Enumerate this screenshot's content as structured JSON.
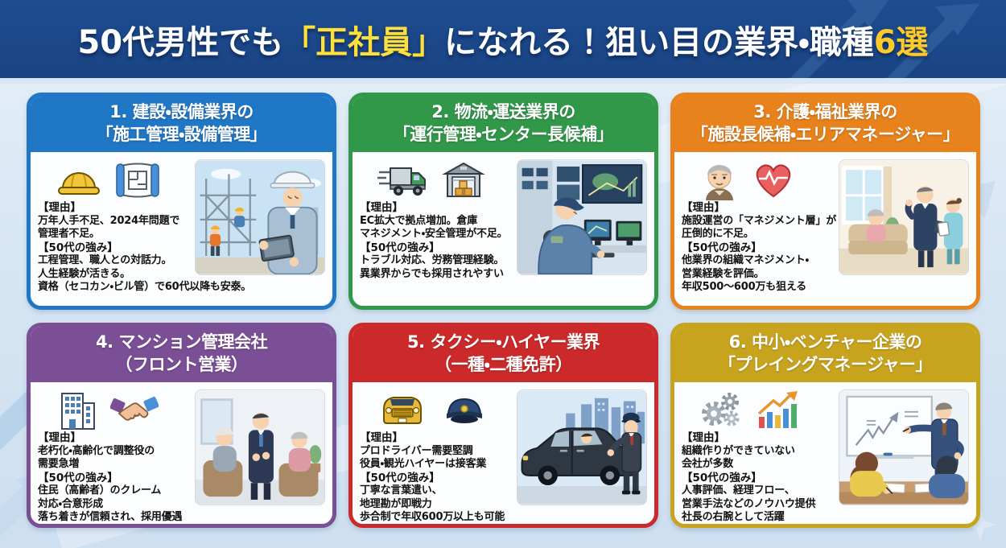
{
  "banner": {
    "title_prefix": "50代男性でも",
    "title_highlight": "「正社員」",
    "title_middle": "になれる！狙い目の業界・職種",
    "title_count": "6選"
  },
  "colors": {
    "banner_bg": "#1a4484",
    "highlight_yellow": "#ffe03a",
    "count_yellow": "#ffc929",
    "page_bg": "#d7e6f4",
    "card_accents": [
      "#2077c5",
      "#31984a",
      "#e8821c",
      "#7b4f96",
      "#cc2a2a",
      "#c8a41e"
    ]
  },
  "cards": [
    {
      "accent": "#2077c5",
      "title_line1": "1. 建設・設備業界の",
      "title_line2": "「施工管理・設備管理」",
      "icons": [
        "hard-hat-icon",
        "blueprint-icon"
      ],
      "reason_label": "【理由】",
      "reason_text": "万年人手不足、2024年問題で\n管理者不足。",
      "strength_label": "【50代の強み】",
      "strength_text": "工程管理、職人との対話力。\n人生経験が活きる。\n資格（セコカン・ビル管）で60代以降も安泰。",
      "illustration": "construction-site"
    },
    {
      "accent": "#31984a",
      "title_line1": "2. 物流・運送業界の",
      "title_line2": "「運行管理・センター長候補」",
      "icons": [
        "delivery-truck-icon",
        "warehouse-icon"
      ],
      "reason_label": "【理由】",
      "reason_text": "EC拡大で拠点増加。倉庫\nマネジメント・安全管理が不足。",
      "strength_label": "【50代の強み】",
      "strength_text": "トラブル対応、労務管理経験。\n異業界からでも採用されやすい",
      "illustration": "logistics-control-room"
    },
    {
      "accent": "#e8821c",
      "title_line1": "3. 介護・福祉業界の",
      "title_line2": "「施設長候補・エリアマネージャー」",
      "icons": [
        "elderly-man-icon",
        "heart-pulse-icon"
      ],
      "reason_label": "【理由】",
      "reason_text": "施設運営の「マネジメント層」が\n圧倒的に不足。",
      "strength_label": "【50代の強み】",
      "strength_text": "他業界の組織マネジメント・\n営業経験を評価。\n年収500〜600万も狙える",
      "illustration": "care-facility"
    },
    {
      "accent": "#7b4f96",
      "title_line1": "4. マンション管理会社",
      "title_line2": "（フロント営業）",
      "icons": [
        "building-icon",
        "handshake-icon"
      ],
      "reason_label": "【理由】",
      "reason_text": "老朽化・高齢化で調整役の\n需要急増",
      "strength_label": "【50代の強み】",
      "strength_text": "住民（高齢者）のクレーム\n対応・合意形成\n落ち着きが信頼され、採用優遇",
      "illustration": "residents-meeting"
    },
    {
      "accent": "#cc2a2a",
      "title_line1": "5. タクシー・ハイヤー業界",
      "title_line2": "（一種・二種免許）",
      "icons": [
        "taxi-icon",
        "driver-cap-icon"
      ],
      "reason_label": "【理由】",
      "reason_text": "プロドライバー需要堅調\n役員・観光ハイヤーは接客業",
      "strength_label": "【50代の強み】",
      "strength_text": "丁寧な言葉遣い、\n地理勘が即戦力\n歩合制で年収600万以上も可能",
      "illustration": "taxi-driver"
    },
    {
      "accent": "#c8a41e",
      "title_line1": "6. 中小・ベンチャー企業の",
      "title_line2": "「プレイングマネージャー」",
      "icons": [
        "gears-icon",
        "growth-chart-icon"
      ],
      "reason_label": "【理由】",
      "reason_text": "組織作りができていない\n会社が多数",
      "strength_label": "【50代の強み】",
      "strength_text": "人事評価、経理フロー、\n営業手法などのノウハウ提供\n社長の右腕として活躍",
      "illustration": "whiteboard-presentation"
    }
  ]
}
